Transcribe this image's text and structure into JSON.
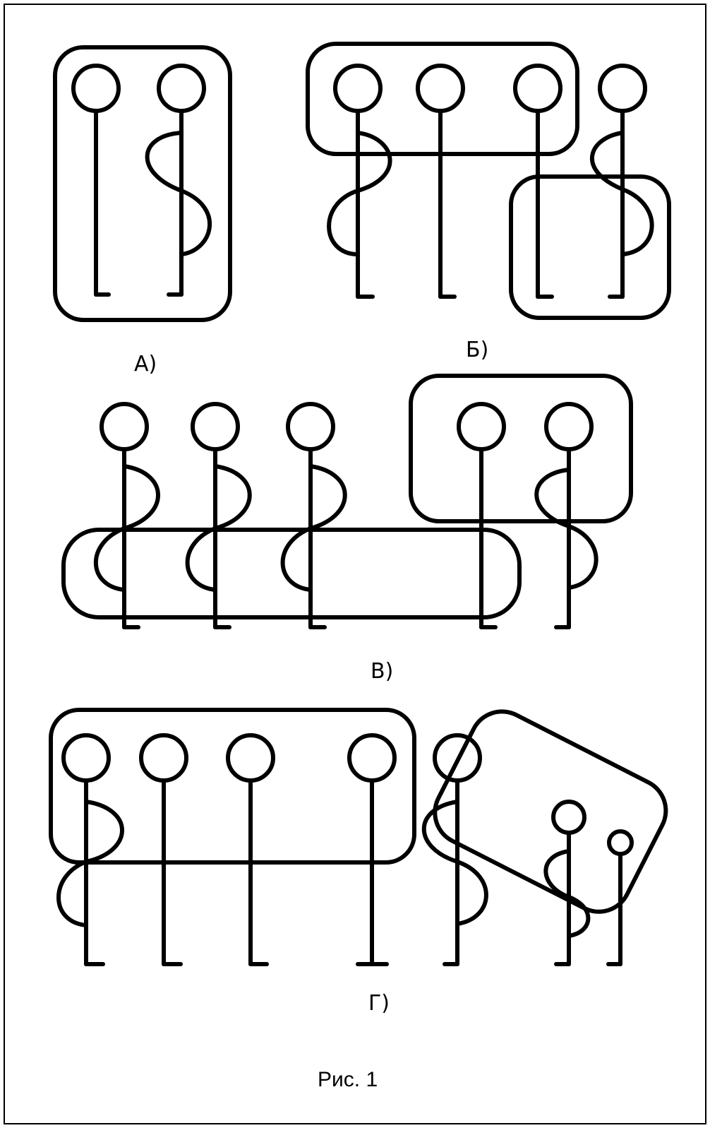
{
  "figure": {
    "caption": "Рис. 1",
    "panels": [
      {
        "id": "a",
        "label": "А)"
      },
      {
        "id": "b",
        "label": "Б)"
      },
      {
        "id": "v",
        "label": "В)"
      },
      {
        "id": "g",
        "label": "Г)"
      }
    ]
  },
  "colors": {
    "ink": "#000000",
    "background": "#ffffff"
  }
}
